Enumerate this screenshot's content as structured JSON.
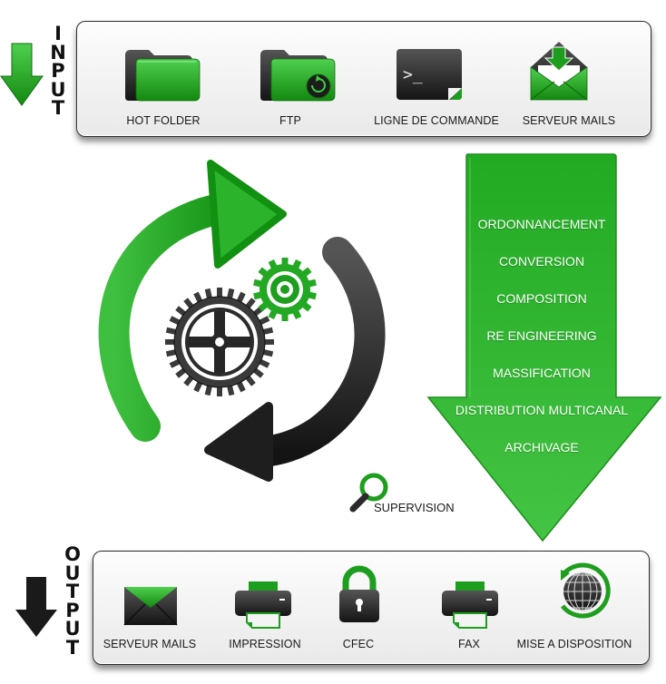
{
  "input": {
    "title_letters": [
      "I",
      "N",
      "P",
      "U",
      "T"
    ],
    "items": [
      {
        "label": "HOT FOLDER",
        "icon": "folder-icon"
      },
      {
        "label": "FTP",
        "icon": "ftp-folder-icon"
      },
      {
        "label": "LIGNE DE COMMANDE",
        "icon": "terminal-icon",
        "prompt": ">_"
      },
      {
        "label": "SERVEUR MAILS",
        "icon": "mail-download-icon"
      }
    ]
  },
  "process": {
    "steps": [
      "ORDONNANCEMENT",
      "CONVERSION",
      "COMPOSITION",
      "RE ENGINEERING",
      "MASSIFICATION",
      "DISTRIBUTION MULTICANAL",
      "ARCHIVAGE"
    ],
    "supervision_label": "SUPERVISION"
  },
  "output": {
    "title_letters": [
      "O",
      "U",
      "T",
      "P",
      "U",
      "T"
    ],
    "items": [
      {
        "label": "SERVEUR MAILS",
        "icon": "mail-icon"
      },
      {
        "label": "IMPRESSION",
        "icon": "printer-icon"
      },
      {
        "label": "CFEC",
        "icon": "padlock-icon"
      },
      {
        "label": "FAX",
        "icon": "fax-icon"
      },
      {
        "label": "MISE A DISPOSITION",
        "icon": "globe-icon"
      }
    ]
  },
  "colors": {
    "green": "#1e9e1e",
    "green_light": "#46c846",
    "dark": "#2a2a2a"
  }
}
